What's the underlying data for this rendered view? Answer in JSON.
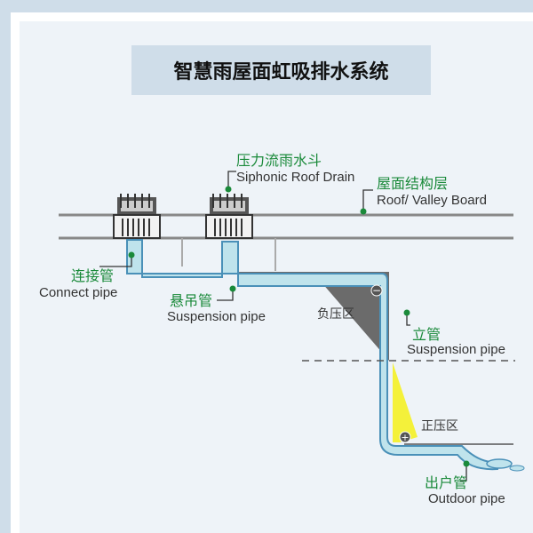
{
  "title": "智慧雨屋面虹吸排水系统",
  "labels": {
    "drain_cn": "压力流雨水斗",
    "drain_en": "Siphonic Roof Drain",
    "roof_cn": "屋面结构层",
    "roof_en": "Roof/ Valley Board",
    "connect_cn": "连接管",
    "connect_en": "Connect pipe",
    "suspension_cn": "悬吊管",
    "suspension_en": "Suspension pipe",
    "vertical_cn": "立管",
    "vertical_en": "Suspension pipe",
    "negative_zone": "负压区",
    "positive_zone": "正压区",
    "outdoor_cn": "出户管",
    "outdoor_en": "Outdoor pipe",
    "minus_sign": "−",
    "plus_sign": "+"
  },
  "colors": {
    "background": "#cfdde9",
    "pipe_fill": "#bfe3ec",
    "pipe_stroke": "#4a90b8",
    "negative_zone": "#6b6b6b",
    "positive_zone": "#f4f13a",
    "label_green": "#1a8a3a",
    "roof_line": "#888888"
  }
}
